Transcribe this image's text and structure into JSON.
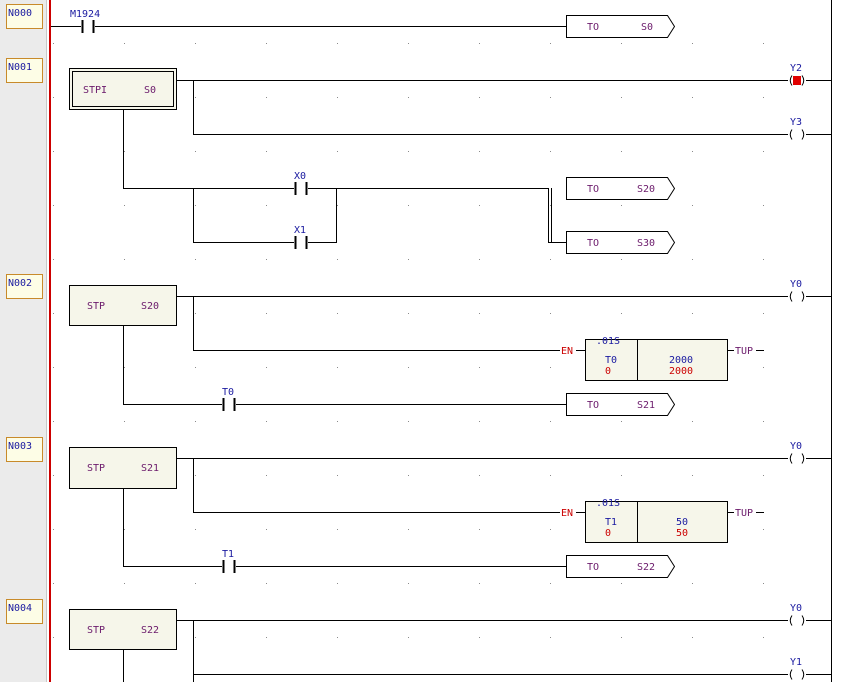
{
  "networks": [
    "N000",
    "N001",
    "N002",
    "N003",
    "N004"
  ],
  "contacts": {
    "m1924": "M1924",
    "x0": "X0",
    "x1": "X1",
    "t0": "T0",
    "t1": "T1"
  },
  "transfers": [
    {
      "op": "TO",
      "target": "S0"
    },
    {
      "op": "TO",
      "target": "S20"
    },
    {
      "op": "TO",
      "target": "S30"
    },
    {
      "op": "TO",
      "target": "S21"
    },
    {
      "op": "TO",
      "target": "S22"
    }
  ],
  "steps": [
    {
      "op": "STPI",
      "name": "S0"
    },
    {
      "op": "STP",
      "name": "S20"
    },
    {
      "op": "STP",
      "name": "S21"
    },
    {
      "op": "STP",
      "name": "S22"
    }
  ],
  "coils": [
    "Y2",
    "Y3",
    "Y0",
    "Y0",
    "Y0",
    "Y1"
  ],
  "timers": [
    {
      "en": "EN",
      "base": ".01S",
      "name": "T0",
      "current": "0",
      "preset": "2000",
      "preset_value": "2000",
      "type": "TUP"
    },
    {
      "en": "EN",
      "base": ".01S",
      "name": "T1",
      "current": "0",
      "preset": "50",
      "preset_value": "50",
      "type": "TUP"
    }
  ],
  "colors": {
    "rail": "#cc0000",
    "label": "#1a1aa0",
    "op": "#6b1a6b",
    "timer_value": "#cc0000",
    "active_coil": "#e00000"
  }
}
